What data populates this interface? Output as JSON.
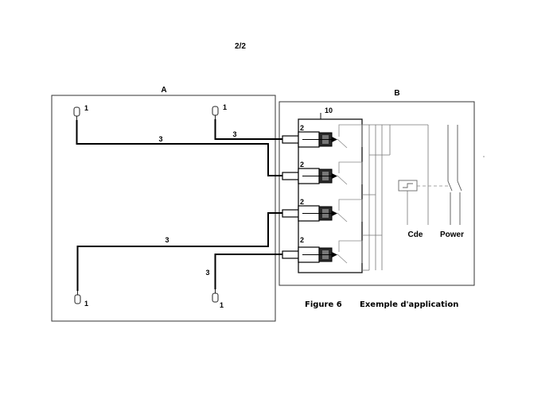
{
  "page_number": "2/2",
  "zone_a_label": "A",
  "zone_b_label": "B",
  "ref_10": "10",
  "sensor_label": "1",
  "cable_label": "3",
  "connector_label": "2",
  "cde_label": "Cde",
  "power_label": "Power",
  "figure_number": "Figure 6",
  "figure_title": "Exemple d'application"
}
